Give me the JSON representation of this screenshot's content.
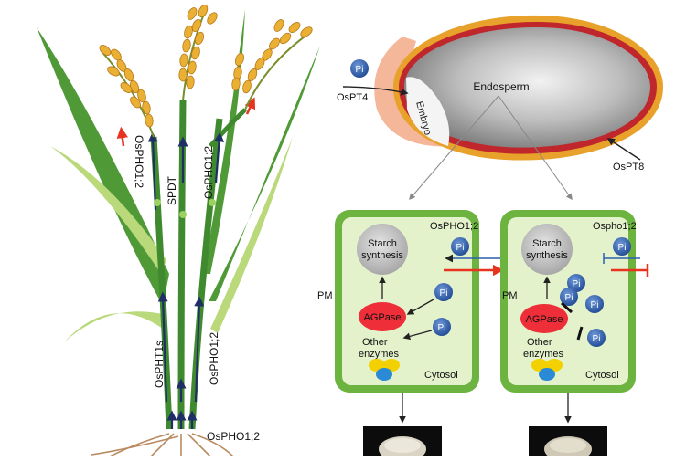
{
  "labels": {
    "pi": "Pi",
    "osph01_2_top": "OsPHO1;2",
    "spdt": "SPDT",
    "ospho1_2_mid": "OsPHO1;2",
    "osphts1": "OsPHT1s",
    "ospho1_2_low": "OsPHO1;2",
    "ospho1_2_root": "OsPHO1;2",
    "ospt4": "OsPT4",
    "ospt8": "OsPT8",
    "endosperm": "Endosperm",
    "embryo": "Embryo",
    "left_transporter": "OsPHO1;2",
    "right_transporter": "Ospho1;2",
    "starch": "Starch",
    "synthesis": "synthesis",
    "agpase": "AGPase",
    "other": "Other",
    "enzymes": "enzymes",
    "cytosol": "Cytosol",
    "pm": "PM"
  },
  "colors": {
    "cell_outer": "#6cb33f",
    "cell_inner": "#e4f2cc",
    "agpase": "#ee2f3a",
    "pi_blue": "#2c5fae",
    "flux_arrow": "#e8331f",
    "grain_gold": "#e8a12a",
    "stem_green": "#3f8a2e",
    "seed_coat": "#c0272d"
  }
}
